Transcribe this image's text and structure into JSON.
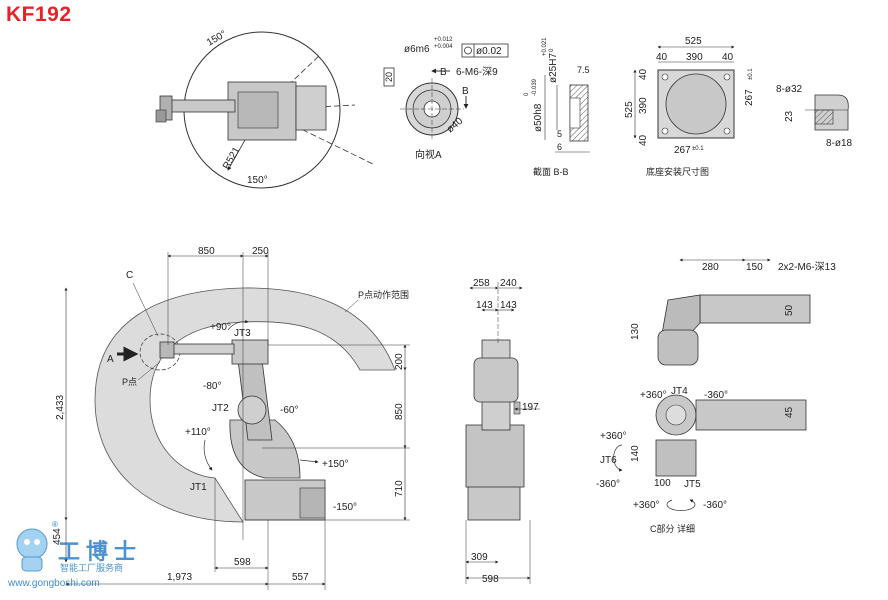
{
  "model": "KF192",
  "top_views": {
    "plan_angle_top": "150°",
    "plan_angle_bottom": "150°",
    "plan_radius": "R521",
    "flange_title": "向视A",
    "flange_fit": "ø6m6",
    "flange_tol_top": "+0.012",
    "flange_tol_bottom": "+0.004",
    "flange_flatness": "ø0.02",
    "flange_holes": "6-M6-深9",
    "flange_dim_20": "20",
    "flange_dia40": "ø40",
    "flange_label_b1": "B",
    "flange_label_b2": "B",
    "section_title": "截面 B-B",
    "section_h7": "ø25H7",
    "section_h7_tol_top": "+0.021",
    "section_h7_tol_bottom": "0",
    "section_h8": "ø50h8",
    "section_h8_tol_top": "0",
    "section_h8_tol_bottom": "-0.039",
    "section_7_5": "7.5",
    "section_5": "5",
    "section_6": "6",
    "base_title": "底座安装尺寸图",
    "base_525_top": "525",
    "base_40_a": "40",
    "base_390_top": "390",
    "base_40_b": "40",
    "base_40_side_top": "40",
    "base_525_side": "525",
    "base_390_side": "390",
    "base_40_side_bottom": "40",
    "base_267_right": "267",
    "base_267_tol": "±0.1",
    "base_267_bottom": "267",
    "base_267_bottom_tol": "±0.1",
    "hole_8_32": "8-ø32",
    "hole_23": "23",
    "hole_8_18": "8-ø18"
  },
  "side_view": {
    "dim_850_top": "850",
    "dim_250": "250",
    "label_c": "C",
    "label_range": "P点动作范围",
    "label_a": "A",
    "label_p": "P点",
    "jt3": "JT3",
    "jt2": "JT2",
    "jt1": "JT1",
    "ang_plus90": "+90°",
    "ang_minus80": "-80°",
    "ang_minus60": "-60°",
    "ang_plus110": "+110°",
    "ang_plus150": "+150°",
    "ang_minus150": "-150°",
    "dim_200": "200",
    "dim_850_right": "850",
    "dim_710": "710",
    "dim_2433": "2,433",
    "dim_454": "454",
    "dim_598": "598",
    "dim_1973": "1,973",
    "dim_557": "557"
  },
  "front_view": {
    "dim_258": "258",
    "dim_240": "240",
    "dim_143a": "143",
    "dim_143b": "143",
    "dim_197": "197",
    "dim_309": "309",
    "dim_598": "598"
  },
  "wrist_view": {
    "dim_280": "280",
    "dim_150": "150",
    "holes": "2x2-M6-深13",
    "dim_50": "50",
    "dim_130": "130",
    "dim_45": "45",
    "jt4": "JT4",
    "jt5": "JT5",
    "jt6": "JT6",
    "ang_p360_jt4": "+360°",
    "ang_m360_jt4": "-360°",
    "ang_p360_jt6": "+360°",
    "ang_m360_jt6": "-360°",
    "ang_p360_jt5": "+360°",
    "ang_m360_jt5": "-360°",
    "dim_140": "140",
    "dim_100": "100",
    "title": "C部分 详细"
  },
  "watermark": {
    "title": "工博士",
    "subtitle": "智能工厂服务商",
    "url": "www.gongboshi.com",
    "reg": "®"
  },
  "colors": {
    "model": "#e8212b",
    "range_fill": "#dcdcdc",
    "robot_fill": "#c8c8c8",
    "line": "#222222",
    "watermark": "#2b7fc9"
  }
}
